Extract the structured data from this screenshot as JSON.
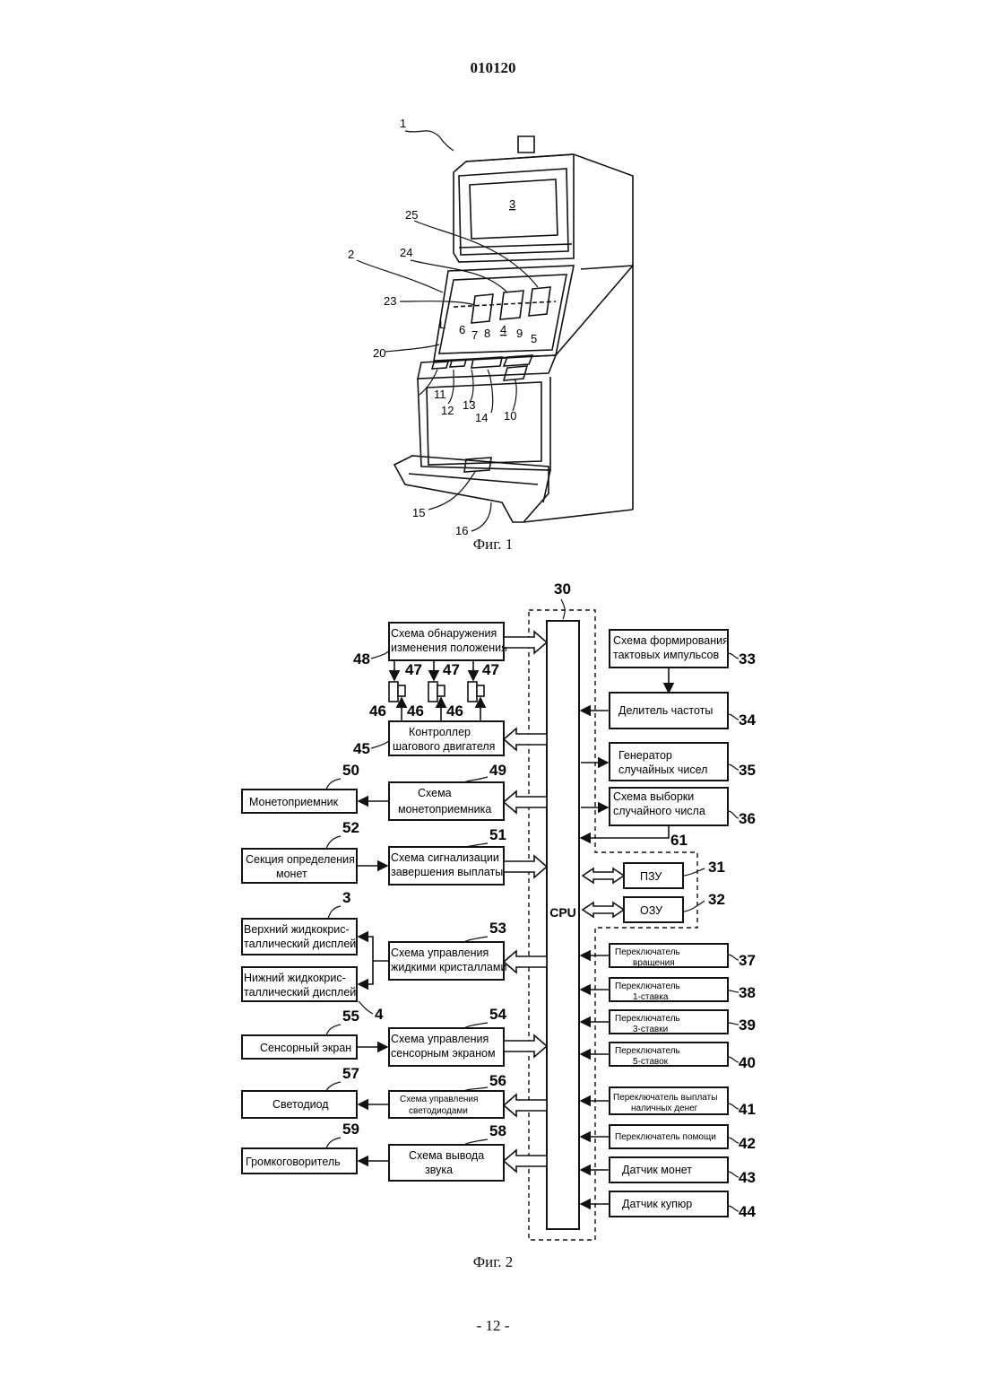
{
  "header": {
    "doc_number": "010120"
  },
  "footer": {
    "page_number": "- 12 -"
  },
  "fig1": {
    "caption": "Фиг. 1",
    "refs": [
      "1",
      "2",
      "3",
      "4",
      "5",
      "6",
      "7",
      "8",
      "9",
      "10",
      "11",
      "12",
      "13",
      "14",
      "15",
      "16",
      "20",
      "23",
      "24",
      "25",
      "L"
    ]
  },
  "fig2": {
    "caption": "Фиг. 2",
    "cpu": {
      "label": "CPU",
      "ref": "30"
    },
    "left": {
      "b48": "Схема обнаружения изменения положения",
      "b45": "Контроллер шагового двигателя",
      "b49": "Схема монетоприемника",
      "b50": "Монетоприемник",
      "b51": "Схема сигнализации завершения выплаты",
      "b52": "Секция определения монет",
      "b53": "Схема управления жидкими кристаллами",
      "b3": "Верхний жидкокрис-таллический дисплей",
      "b4": "Нижний жидкокрис-таллический дисплей",
      "b54": "Схема управления сенсорным экраном",
      "b55": "Сенсорный экран",
      "b56": "Схема управления светодиодами",
      "b57": "Светодиод",
      "b58": "Схема вывода звука",
      "b59": "Громкоговоритель"
    },
    "right": {
      "b33": "Схема формирования тактовых импульсов",
      "b34": "Делитель частоты",
      "b35": "Генератор случайных чисел",
      "b36": "Схема выборки случайного числа",
      "b31": "ПЗУ",
      "b32": "ОЗУ",
      "b37": "Переключатель вращения",
      "b38": "Переключатель 1-ставка",
      "b39": "Переключатель 3-ставки",
      "b40": "Переключатель 5-ставок",
      "b41": "Переключатель выплаты наличных денег",
      "b42": "Переключатель помощи",
      "b43": "Датчик монет",
      "b44": "Датчик купюр"
    },
    "refs": {
      "r30": "30",
      "r33": "33",
      "r34": "34",
      "r35": "35",
      "r36": "36",
      "r61": "61",
      "r31": "31",
      "r32": "32",
      "r37": "37",
      "r38": "38",
      "r39": "39",
      "r40": "40",
      "r41": "41",
      "r42": "42",
      "r43": "43",
      "r44": "44",
      "r48": "48",
      "r47": "47",
      "r46": "46",
      "r45": "45",
      "r50": "50",
      "r49": "49",
      "r52": "52",
      "r51": "51",
      "r3": "3",
      "r53": "53",
      "r4": "4",
      "r55": "55",
      "r54": "54",
      "r57": "57",
      "r56": "56",
      "r59": "59",
      "r58": "58"
    }
  }
}
